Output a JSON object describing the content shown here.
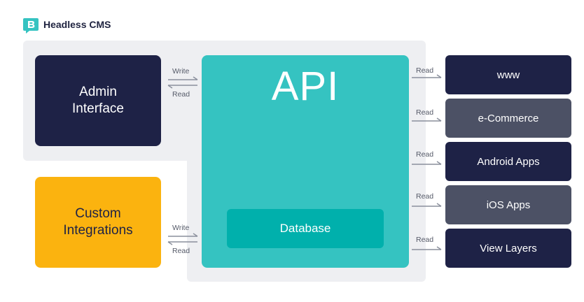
{
  "header": {
    "title": "Headless CMS"
  },
  "colors": {
    "navy": "#1e2246",
    "slate": "#4c5165",
    "teal": "#35c3c1",
    "teal_dark": "#00b0ac",
    "yellow": "#fbb30f",
    "panel": "#eeeff2",
    "arrow": "#8a8f9c"
  },
  "left": {
    "admin": {
      "line1": "Admin",
      "line2": "Interface"
    },
    "custom": {
      "line1": "Custom",
      "line2": "Integrations"
    }
  },
  "flows": {
    "admin": {
      "write": "Write",
      "read": "Read"
    },
    "custom": {
      "write": "Write",
      "read": "Read"
    }
  },
  "api": {
    "title": "API",
    "database": "Database"
  },
  "clients": [
    {
      "label": "www",
      "read": "Read",
      "style": "dark"
    },
    {
      "label": "e-Commerce",
      "read": "Read",
      "style": "slate"
    },
    {
      "label": "Android Apps",
      "read": "Read",
      "style": "dark"
    },
    {
      "label": "iOS Apps",
      "read": "Read",
      "style": "slate"
    },
    {
      "label": "View Layers",
      "read": "Read",
      "style": "dark"
    }
  ]
}
